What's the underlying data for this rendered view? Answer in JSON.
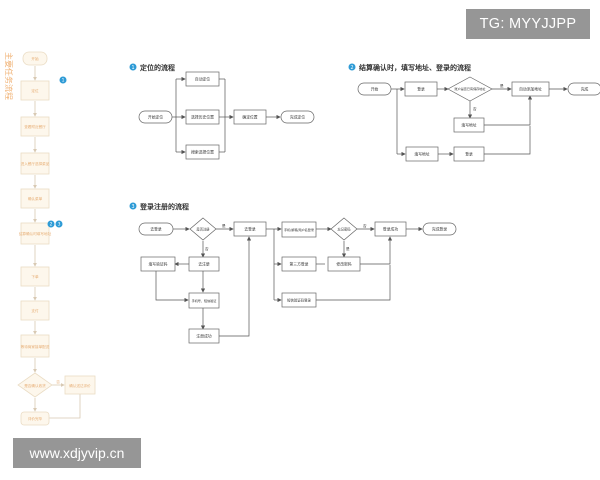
{
  "watermarks": {
    "top_right": "TG: MYYJJPP",
    "bottom_left": "www.xdjyvip.cn"
  },
  "sidebar": {
    "title": "主要任务流程",
    "badge_1": "1",
    "badge_2a": "2",
    "badge_2b": "3",
    "steps": [
      "开始",
      "定位",
      "查看附近餐厅",
      "进入餐厅选择菜品",
      "确认菜单",
      "结算确认时填写地址",
      "下单",
      "支付",
      "等待商家接单配送",
      "是否确认收货",
      "确认送达评价",
      "评价完毕"
    ],
    "no_label": "否"
  },
  "section1": {
    "number": "1",
    "title": "定位的流程",
    "nodes": {
      "start": "开始定位",
      "auto": "自动定位",
      "history": "选择历史位置",
      "search": "搜索选择位置",
      "confirm": "确定位置",
      "done": "完成定位"
    }
  },
  "section2": {
    "number": "2",
    "title": "结算确认时，填写地址、登录的流程",
    "nodes": {
      "start": "开始",
      "login": "登录",
      "decision": "账户是否已有保存地址",
      "auto_fill": "自动添加地址",
      "done": "完成",
      "fill_addr": "填写地址",
      "fill_addr2": "填写地址",
      "login2": "登录"
    },
    "yes": "是",
    "no": "否"
  },
  "section3": {
    "number": "3",
    "title": "登录注册的流程",
    "nodes": {
      "main_login": "去登录",
      "decision1": "是否注册",
      "main_login2": "去登录",
      "phone_login": "手机/邮箱/用户名登录",
      "decision2": "忘记密码",
      "login_ok": "登录成功",
      "done": "完成登录",
      "fill_code": "填写验证码",
      "register": "去注册",
      "third_party": "第三方登录",
      "modify_pwd": "修改密码",
      "phone_verify": "手机号、短信验证",
      "sms_login": "短信验证码登录",
      "register_ok": "注册成功"
    },
    "yes": "是",
    "no": "否"
  }
}
